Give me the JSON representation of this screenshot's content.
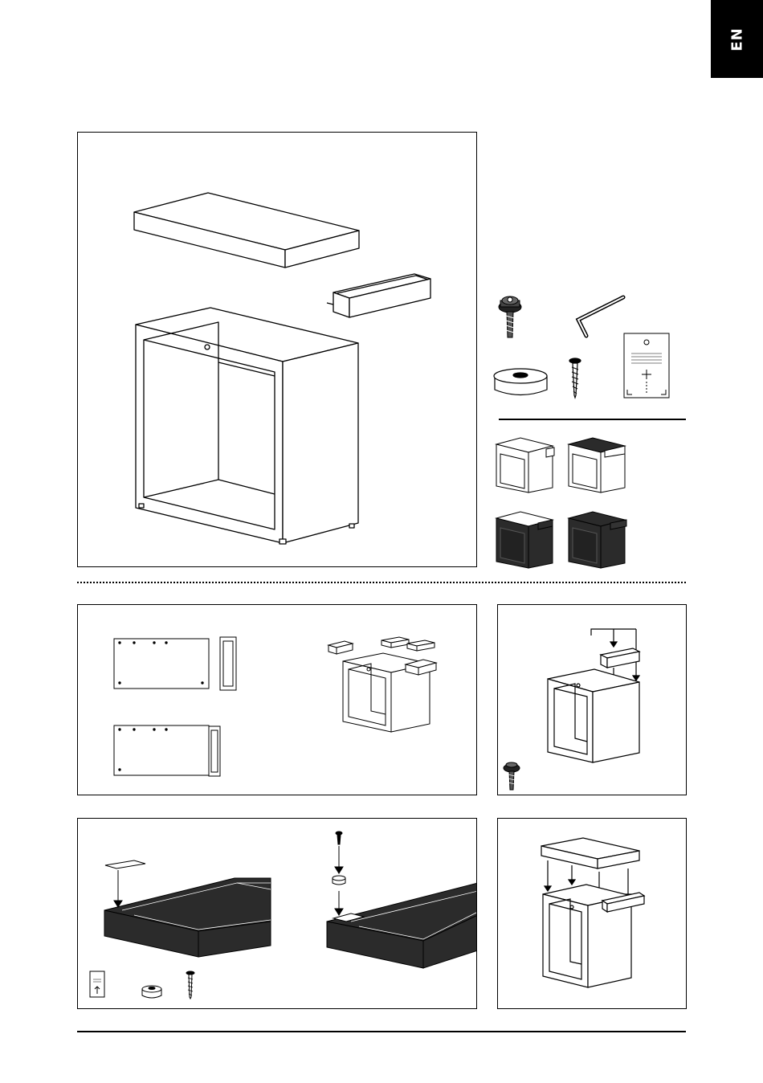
{
  "header": {
    "language_tab": "EN"
  },
  "colors": {
    "ink": "#000000",
    "dark_panel": "#2b2b2b",
    "paper": "#ffffff"
  },
  "icons": {
    "overview": [
      "box-top-panel",
      "drawer-box",
      "cube-frame"
    ],
    "hardware": [
      "mounting-screw-icon",
      "allen-key-icon",
      "wall-template-card",
      "foot-pad-icon",
      "wood-screw-icon"
    ],
    "variants": [
      "variant-white-white",
      "variant-white-black",
      "variant-black-white",
      "variant-black-black"
    ]
  },
  "steps": [
    {
      "name": "step-1-panels"
    },
    {
      "name": "step-2-insert-box"
    },
    {
      "name": "step-3-prep-top"
    },
    {
      "name": "step-4-place-top"
    }
  ]
}
